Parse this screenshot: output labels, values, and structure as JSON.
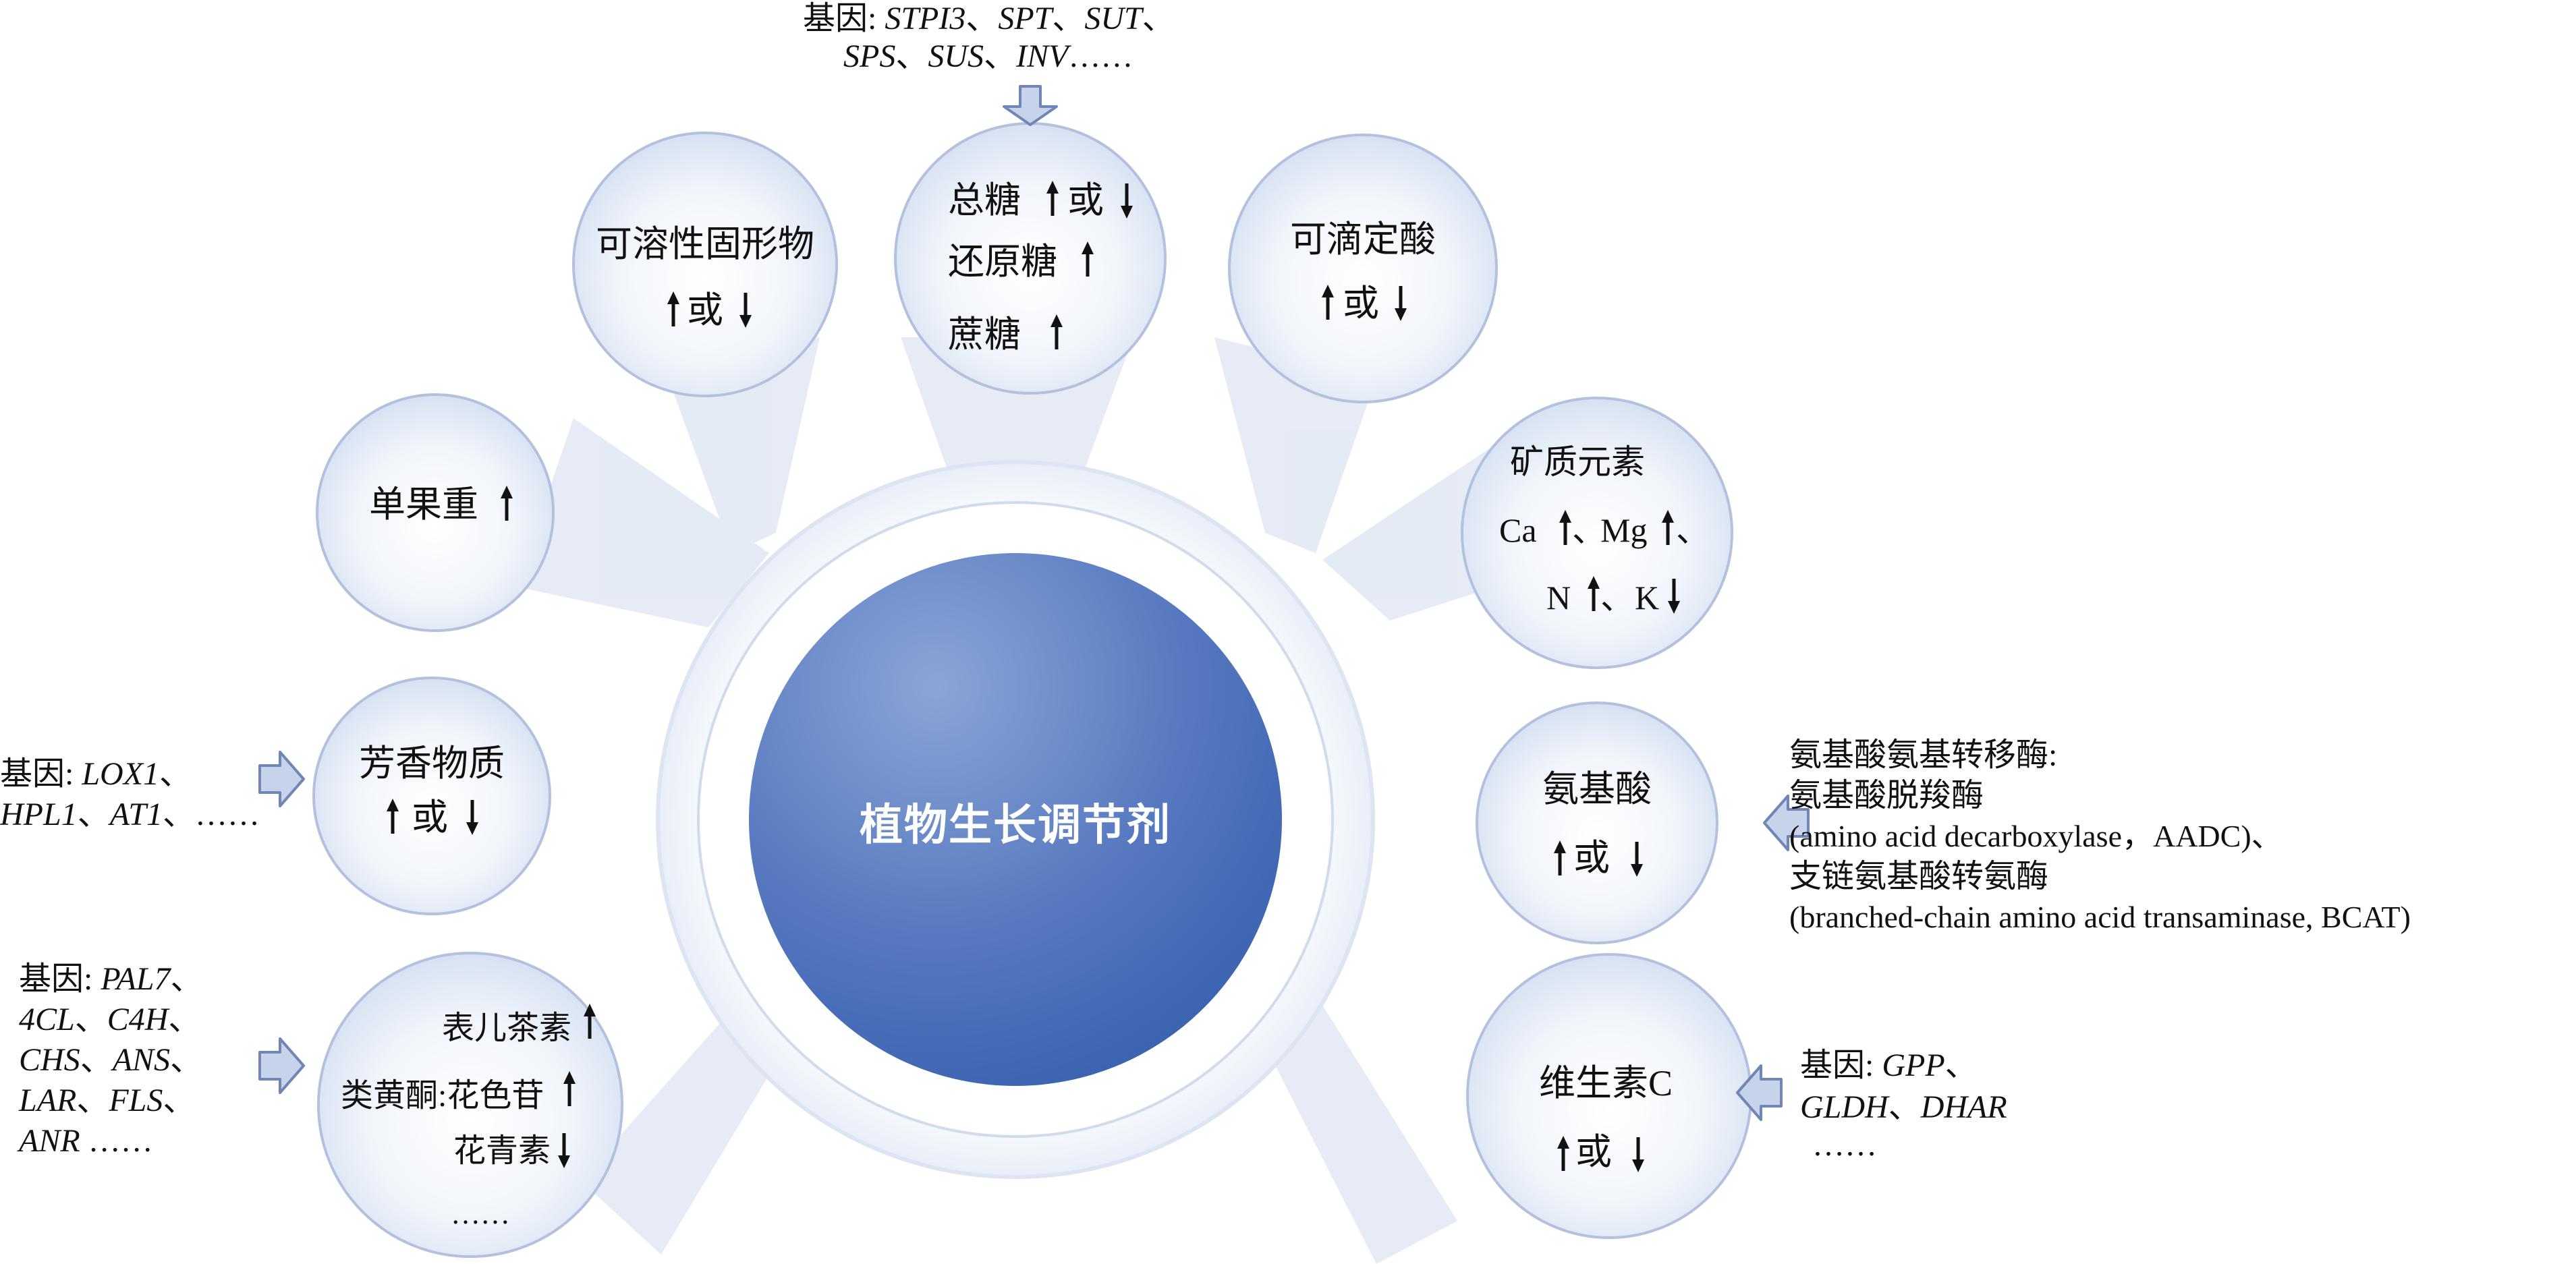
{
  "center": {
    "title": "植物生长调节剂"
  },
  "nodes": {
    "sugar": {
      "l1": "总糖",
      "l1b": "或",
      "l2": "还原糖",
      "l3": "蔗糖"
    },
    "tss": {
      "l1": "可溶性固形物",
      "l2": "或"
    },
    "ta": {
      "l1": "可滴定酸",
      "l2": "或"
    },
    "weight": {
      "l1": "单果重"
    },
    "aroma": {
      "l1": "芳香物质",
      "l2": "或"
    },
    "flav": {
      "l1": "表儿茶素",
      "l2": "类黄酮:花色苷",
      "l3": "花青素",
      "l4": "……"
    },
    "mineral": {
      "l1": "矿质元素",
      "ca": "Ca",
      "mg": "Mg",
      "n": "N",
      "k": "K",
      "sep": "、"
    },
    "amino": {
      "l1": "氨基酸",
      "l2": "或"
    },
    "vitc": {
      "l1": "维生素C",
      "l2": "或"
    }
  },
  "genes": {
    "sugar": {
      "prefix": "基因:",
      "g1": "STPI3",
      "g2": "SPT",
      "g3": "SUT",
      "g4": "SPS",
      "g5": "SUS",
      "g6": "INV",
      "sep": "、",
      "more": "……"
    },
    "aroma": {
      "prefix": "基因:",
      "g1": "LOX1",
      "g2": "HPL1",
      "g3": "AT1",
      "sep": "、",
      "more": "……"
    },
    "flav": {
      "prefix": "基因:",
      "g1": "PAL7",
      "g2": "4CL",
      "g3": "C4H",
      "g4": "CHS",
      "g5": "ANS",
      "g6": "LAR",
      "g7": "FLS",
      "g8": "ANR",
      "sep": "、",
      "more": "……"
    },
    "amino": {
      "l1": "氨基酸氨基转移酶:",
      "l2": "氨基酸脱羧酶",
      "l3": "(amino acid decarboxylase，AADC)、",
      "l4": "支链氨基酸转氨酶",
      "l5": "(branched-chain amino acid transaminase, BCAT)"
    },
    "vitc": {
      "prefix": "基因:",
      "g1": "GPP",
      "g2": "GLDH",
      "g3": "DHAR",
      "sep": "、",
      "more": "……"
    }
  },
  "colors": {
    "bubble_edge": "#b3c1df",
    "bubble_fill": "#e4ebf7",
    "center_dark": "#3a64b2",
    "center_light": "#7e9bd1",
    "arrow_fill": "#c7d3ea",
    "arrow_edge": "#6f86b6"
  }
}
